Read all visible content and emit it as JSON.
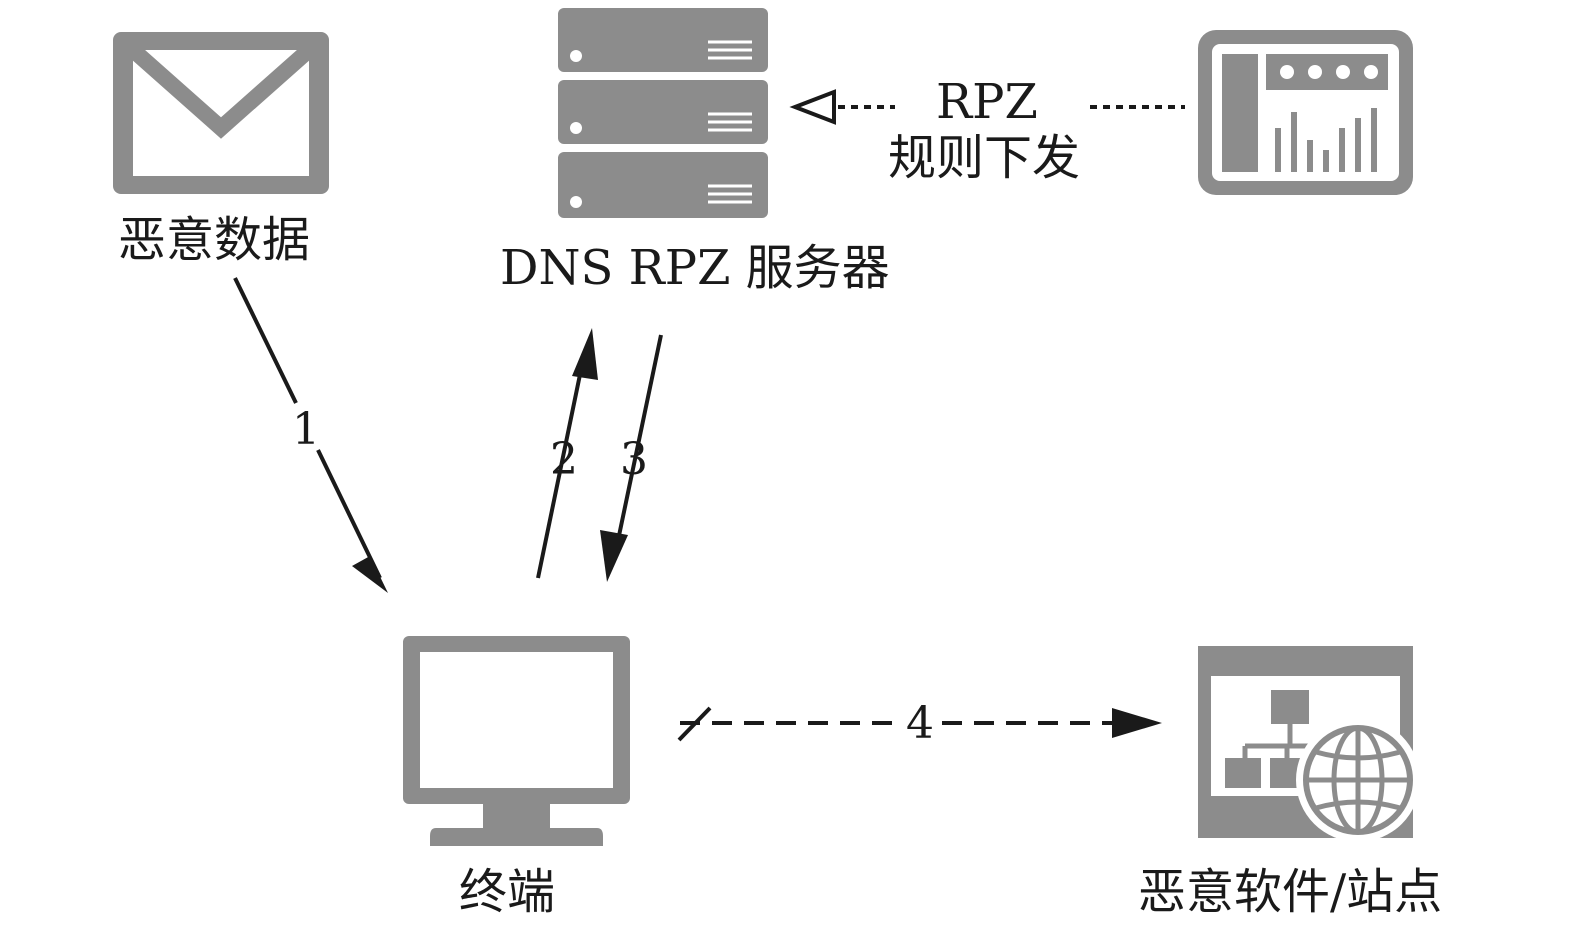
{
  "nodes": {
    "malicious_data": {
      "label": "恶意数据",
      "icon": "mail-icon"
    },
    "dns_server": {
      "label": "DNS RPZ 服务器",
      "icon": "server-stack-icon"
    },
    "rpz_source": {
      "icon": "dashboard-panel-icon"
    },
    "terminal": {
      "label": "终端",
      "icon": "monitor-icon"
    },
    "malware_site": {
      "label": "恶意软件/站点",
      "icon": "website-globe-icon"
    }
  },
  "edges": {
    "rpz_push": {
      "line1": "RPZ",
      "line2": "规则下发",
      "style": "dotted"
    },
    "step1": {
      "label": "1"
    },
    "step2": {
      "label": "2"
    },
    "step3": {
      "label": "3"
    },
    "step4": {
      "label": "4",
      "style": "dashed-blocked"
    }
  },
  "colors": {
    "icon_gray": "#8c8c8c",
    "line": "#1a1a1a",
    "background": "#ffffff"
  }
}
